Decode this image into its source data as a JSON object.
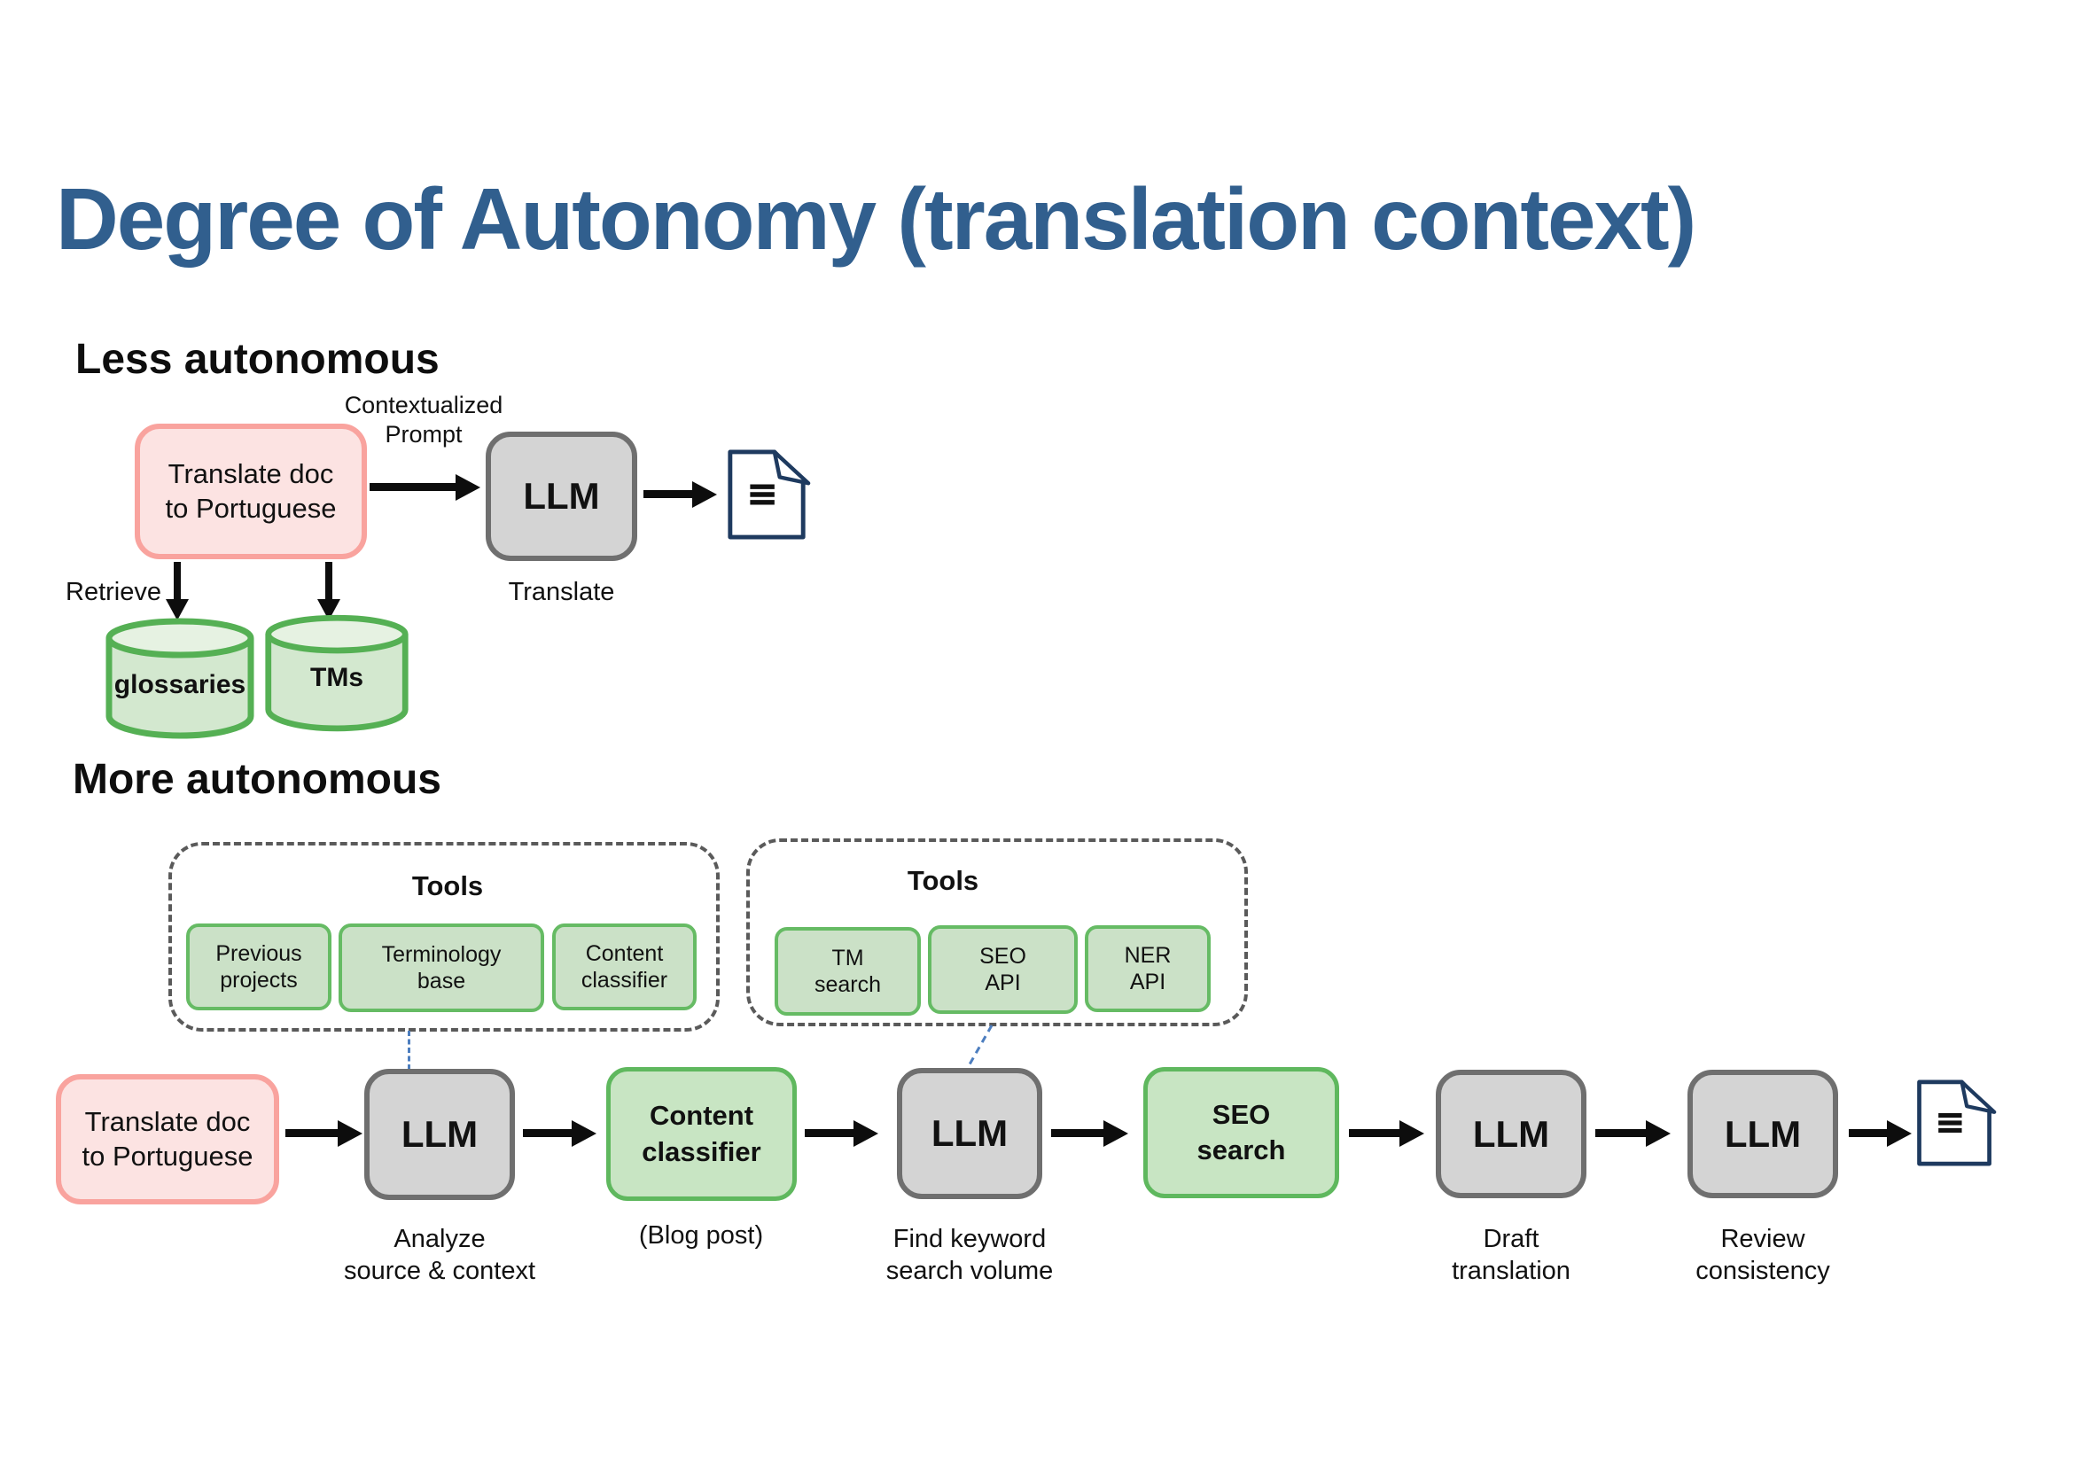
{
  "title": "Degree of Autonomy (translation context)",
  "colors": {
    "title-blue": "#315f8e",
    "task-pink": "#fce3e2",
    "task-pink-border": "#f9a39e",
    "llm-gray": "#d4d4d4",
    "llm-gray-border": "#6f6f6f",
    "tool-green": "#c8e5c3",
    "tool-green-border": "#5fb85e",
    "chip-green": "#cbe1c7",
    "chip-green-border": "#66bb64",
    "cyl-green": "#d3e8cf",
    "cyl-top-green": "#e6f2e2",
    "cyl-border": "#55b054",
    "dash-gray": "#5a5a5a",
    "connector-blue": "#4d7ebf",
    "document-navy": "#1e3a5f"
  },
  "less": {
    "heading": "Less autonomous",
    "task": "Translate doc\nto Portuguese",
    "prompt_label": "Contextualized\nPrompt",
    "llm": "LLM",
    "llm_caption": "Translate",
    "retrieve": "Retrieve",
    "store1": "glossaries",
    "store2": "TMs"
  },
  "more": {
    "heading": "More autonomous",
    "tools1": {
      "title": "Tools",
      "items": [
        "Previous\nprojects",
        "Terminology\nbase",
        "Content\nclassifier"
      ]
    },
    "tools2": {
      "title": "Tools",
      "items": [
        "TM\nsearch",
        "SEO\nAPI",
        "NER\nAPI"
      ]
    },
    "task": "Translate doc\nto Portuguese",
    "llm1": "LLM",
    "llm1_caption": "Analyze\nsource & context",
    "step_classifier": "Content\nclassifier",
    "step_classifier_caption": "(Blog post)",
    "llm2": "LLM",
    "llm2_caption": "Find keyword\nsearch volume",
    "step_seo": "SEO\nsearch",
    "llm3": "LLM",
    "llm3_caption": "Draft\ntranslation",
    "llm4": "LLM",
    "llm4_caption": "Review\nconsistency"
  }
}
